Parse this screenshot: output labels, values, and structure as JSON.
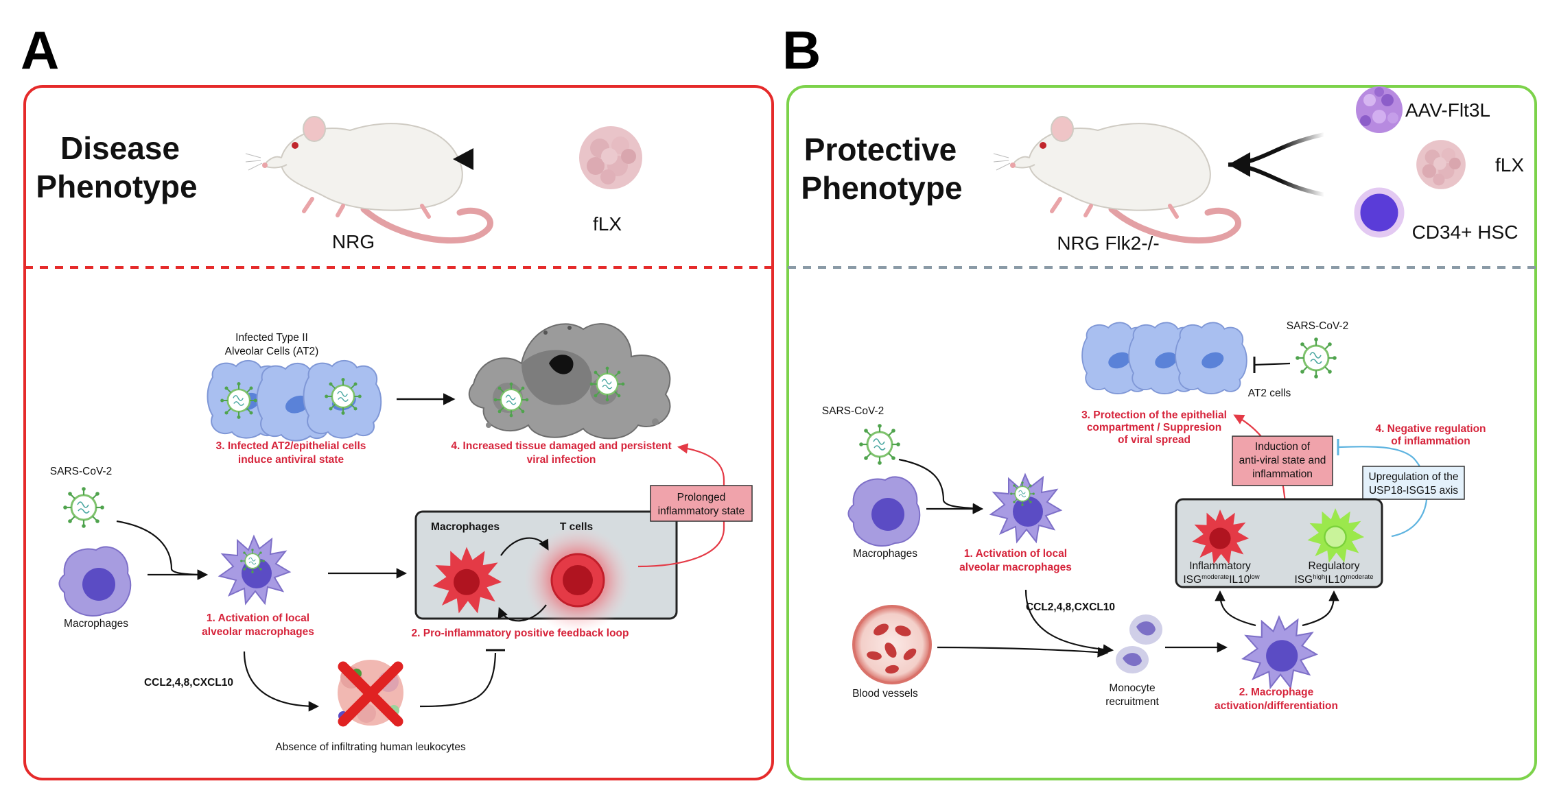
{
  "panelA": {
    "letter": "A",
    "title_line1": "Disease",
    "title_line2": "Phenotype",
    "mouse_label": "NRG",
    "graft_label": "fLX",
    "at2_label_line1": "Infected Type II",
    "at2_label_line2": "Alveolar Cells (AT2)",
    "step3_line1": "3. Infected AT2/epithelial cells",
    "step3_line2": "induce antiviral state",
    "step4_line1": "4. Increased tissue damaged and persistent",
    "step4_line2": "viral infection",
    "virus_label": "SARS-CoV-2",
    "macrophages_label": "Macrophages",
    "step1_line1": "1. Activation of local",
    "step1_line2": "alveolar macrophages",
    "box_macrophages": "Macrophages",
    "box_tcells": "T cells",
    "step2": "2. Pro-inflammatory positive feedback loop",
    "prolonged_line1": "Prolonged",
    "prolonged_line2": "inflammatory state",
    "chemokines": "CCL2,4,8,CXCL10",
    "absence_label": "Absence of infiltrating human leukocytes"
  },
  "panelB": {
    "letter": "B",
    "title_line1": "Protective",
    "title_line2": "Phenotype",
    "mouse_label": "NRG Flk2-/-",
    "aav_label": "AAV-Flt3L",
    "graft_label": "fLX",
    "hsc_label": "CD34+ HSC",
    "virus_label_top": "SARS-CoV-2",
    "at2_label": "AT2 cells",
    "step3_line1": "3. Protection of the epithelial",
    "step3_line2": "compartment / Suppresion",
    "step3_line3": "of viral spread",
    "induction_line1": "Induction of",
    "induction_line2": "anti-viral state and",
    "induction_line3": "inflammation",
    "step4_line1": "4. Negative regulation",
    "step4_line2": "of inflammation",
    "upreg_line1": "Upregulation of the",
    "upreg_line2": "USP18-ISG15 axis",
    "virus_label_left": "SARS-CoV-2",
    "macrophages_label": "Macrophages",
    "step1_line1": "1. Activation of local",
    "step1_line2": "alveolar macrophages",
    "inflammatory_label": "Inflammatory",
    "inflammatory_isg": "ISG",
    "inflammatory_isg_sup": "moderate",
    "inflammatory_il": "IL10",
    "inflammatory_il_sup": "low",
    "regulatory_label": "Regulatory",
    "regulatory_isg": "ISG",
    "regulatory_isg_sup": "high",
    "regulatory_il": "IL10",
    "regulatory_il_sup": "moderate",
    "chemokines": "CCL2,4,8,CXCL10",
    "blood_label": "Blood vessels",
    "monocyte_line1": "Monocyte",
    "monocyte_line2": "recruitment",
    "step2_line1": "2. Macrophage",
    "step2_line2": "activation/differentiation"
  },
  "colors": {
    "panelA_border": "#e52a2a",
    "panelB_border": "#7cd24a",
    "panelB_divider": "#8a9aa6",
    "label_red": "#d6243b",
    "macrophage_purple": "#9a8ed6",
    "epithelial_blue": "#a9bff0",
    "activated_red": "#e43a46",
    "regulatory_green": "#9be84c",
    "box_grey": "#d6dcdf",
    "pink_box": "#f0a3ab",
    "blue_box": "#e4f1fb"
  }
}
